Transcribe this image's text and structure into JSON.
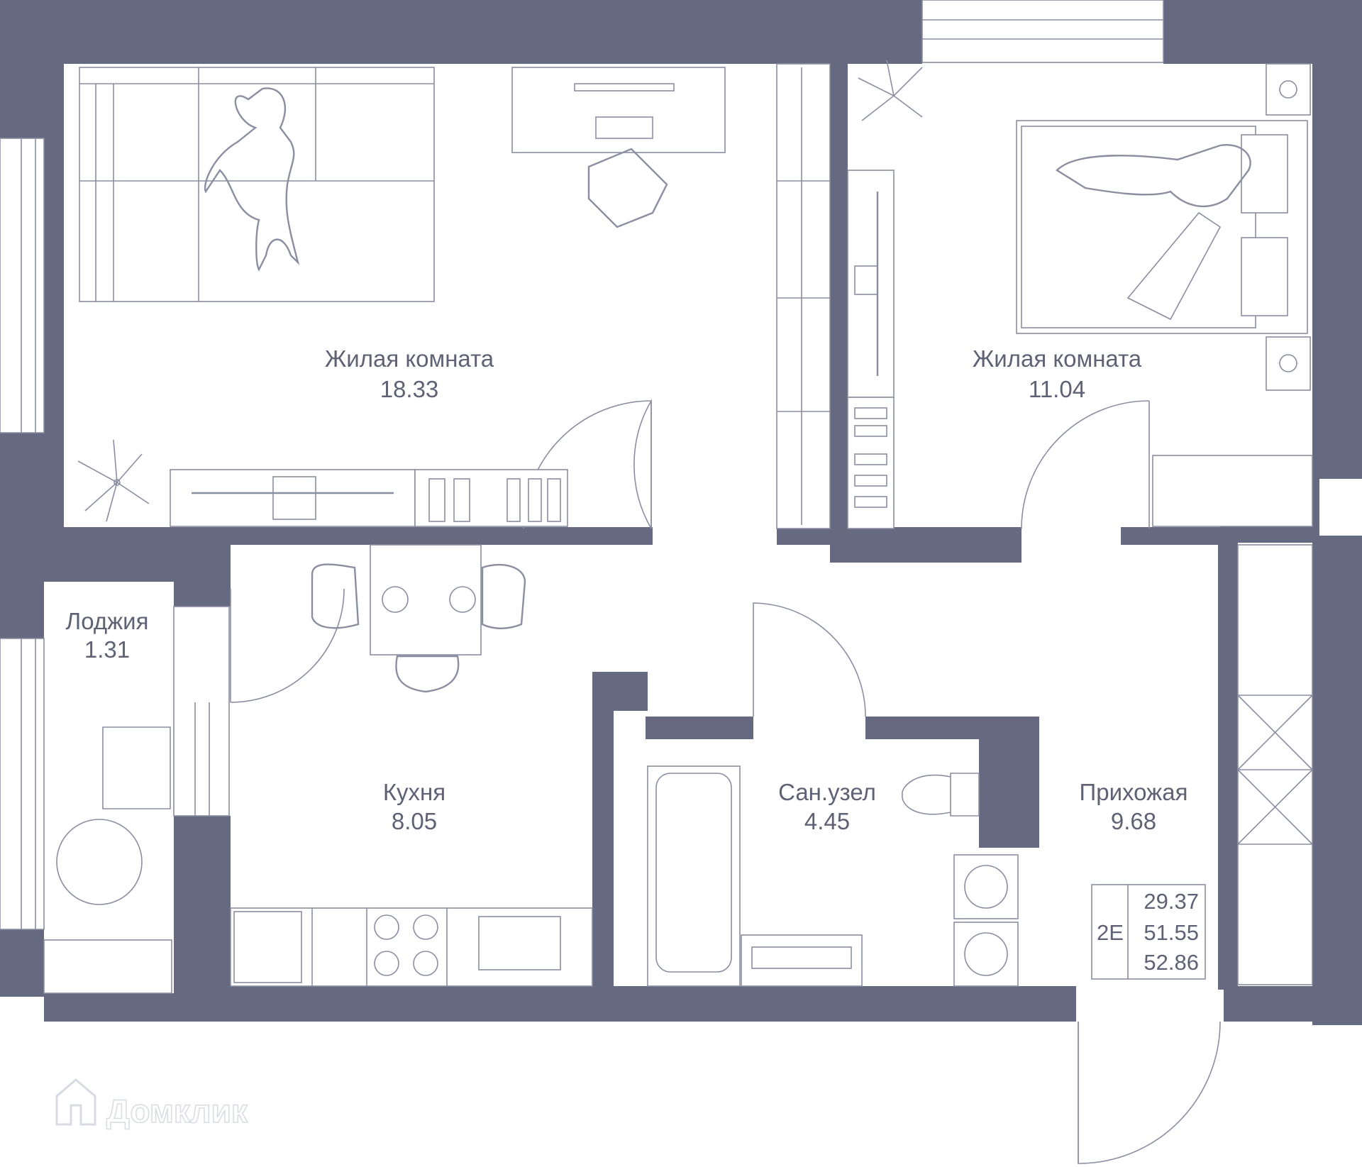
{
  "rooms": [
    {
      "id": "living1",
      "name": "Жилая комната",
      "area": "18.33"
    },
    {
      "id": "living2",
      "name": "Жилая комната",
      "area": "11.04"
    },
    {
      "id": "loggia",
      "name": "Лоджия",
      "area": "1.31"
    },
    {
      "id": "kitchen",
      "name": "Кухня",
      "area": "8.05"
    },
    {
      "id": "bathroom",
      "name": "Сан.узел",
      "area": "4.45"
    },
    {
      "id": "hallway",
      "name": "Прихожая",
      "area": "9.68"
    }
  ],
  "summary": {
    "type_code": "2Е",
    "living_area": "29.37",
    "total_area": "51.55",
    "total_with_loggia": "52.86"
  },
  "watermark": {
    "text": "Домклик",
    "icon": "house-logo-icon"
  },
  "colors": {
    "wall": "#656a80",
    "line": "#8b8ea0",
    "text": "#5f6275",
    "watermark": "#d9dbe2"
  }
}
